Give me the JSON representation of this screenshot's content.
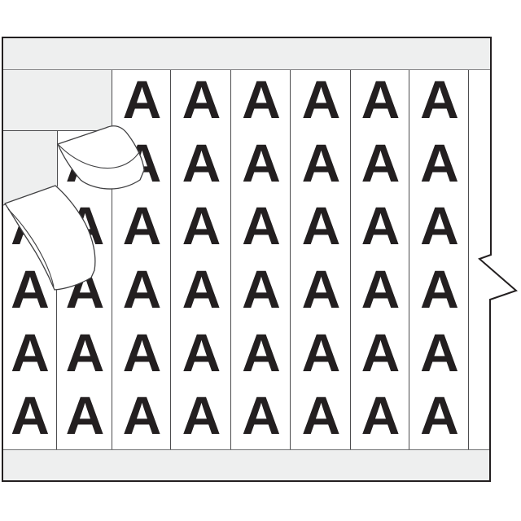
{
  "card": {
    "description": "Wire marker card with repeated letter labels, two labels peeling off at upper left, registration notch on right edge",
    "marker_character": "A",
    "grid": {
      "rows": 6,
      "columns": 8,
      "visible_cells": [
        [
          0,
          0,
          1,
          1,
          1,
          1,
          1,
          1
        ],
        [
          0,
          1,
          1,
          1,
          1,
          1,
          1,
          1
        ],
        [
          1,
          1,
          1,
          1,
          1,
          1,
          1,
          1
        ],
        [
          1,
          1,
          1,
          1,
          1,
          1,
          1,
          1
        ],
        [
          1,
          1,
          1,
          1,
          1,
          1,
          1,
          1
        ],
        [
          1,
          1,
          1,
          1,
          1,
          1,
          1,
          1
        ]
      ]
    },
    "visible_marker_count": 45,
    "peeling_labels_count": 2
  },
  "colors": {
    "ink": "#231f20",
    "liner_gray": "#eeefef",
    "card_white": "#ffffff",
    "detail_line": "#4d4d4f",
    "band_line": "#8b8b8d"
  }
}
